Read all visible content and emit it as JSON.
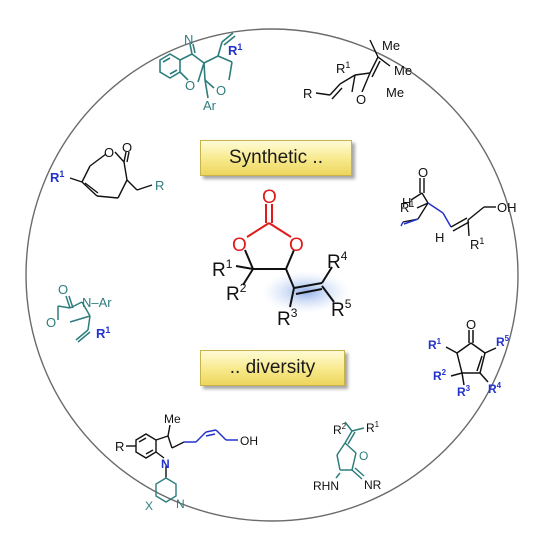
{
  "banners": {
    "top": "Synthetic ..",
    "bottom": ".. diversity"
  },
  "center": {
    "carbonyl_o": "O",
    "ring_o_left": "O",
    "ring_o_right": "O",
    "r1": "R",
    "r1_sup": "1",
    "r2": "R",
    "r2_sup": "2",
    "r3": "R",
    "r3_sup": "3",
    "r4": "R",
    "r4_sup": "4",
    "r5": "R",
    "r5_sup": "5"
  },
  "spiro": {
    "n": "N",
    "r1": "R",
    "r1_sup": "1",
    "o1": "O",
    "o2": "O",
    "ar": "Ar"
  },
  "dihydrofuran": {
    "me_top": "Me",
    "me_right1": "Me",
    "me_right2": "Me",
    "r1": "R",
    "r1_sup": "1",
    "r": "R",
    "o": "O"
  },
  "lactone": {
    "o_ring": "O",
    "o_carbonyl": "O",
    "r1": "R",
    "r1_sup": "1",
    "r": "R"
  },
  "aldehyde": {
    "o": "O",
    "h": "H",
    "r1a": "R",
    "r1a_sup": "1",
    "h2": "H",
    "r1b": "R",
    "r1b_sup": "1",
    "oh": "OH"
  },
  "oxazolidinone": {
    "o_carbonyl": "O",
    "n": "N",
    "ar": "–Ar",
    "o_ring": "O",
    "r1": "R",
    "r1_sup": "1"
  },
  "cyclopentenone": {
    "o": "O",
    "r1": "R",
    "r1_sup": "1",
    "r5": "R",
    "r5_sup": "5",
    "r2": "R",
    "r2_sup": "2",
    "r3": "R",
    "r3_sup": "3",
    "r4": "R",
    "r4_sup": "4"
  },
  "indole": {
    "me": "Me",
    "r": "R",
    "n": "N",
    "oh": "OH",
    "x": "X",
    "n2": "N"
  },
  "aminofuran": {
    "r2": "R",
    "r2_sup": "2",
    "r1": "R",
    "r1_sup": "1",
    "o": "O",
    "rhn": "RHN",
    "nr": "NR"
  },
  "colors": {
    "teal": "#2e7d7d",
    "blue": "#2233cc",
    "red": "#e01b1b",
    "black": "#111111",
    "highlight": "#9ab8ea"
  }
}
